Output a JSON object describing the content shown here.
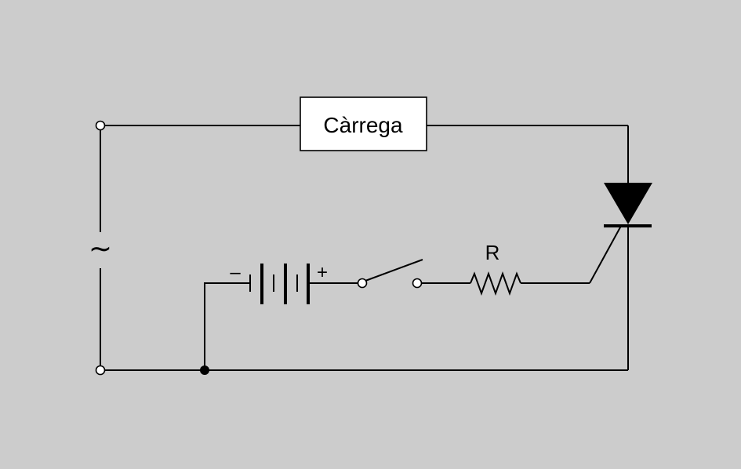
{
  "diagram": {
    "load_label": "Càrrega",
    "resistor_label": "R",
    "ac_source_symbol": "∼",
    "battery_negative": "–",
    "battery_positive": "+",
    "colors": {
      "background": "#cccccc",
      "line": "#000000",
      "box_fill": "#ffffff",
      "terminal_fill": "#ffffff"
    },
    "components": [
      {
        "id": "ac-source",
        "kind": "ac-voltage-source-terminals"
      },
      {
        "id": "load",
        "kind": "load-box"
      },
      {
        "id": "thyristor",
        "kind": "scr"
      },
      {
        "id": "battery",
        "kind": "battery"
      },
      {
        "id": "switch",
        "kind": "switch-open"
      },
      {
        "id": "resistor",
        "kind": "resistor"
      }
    ]
  }
}
